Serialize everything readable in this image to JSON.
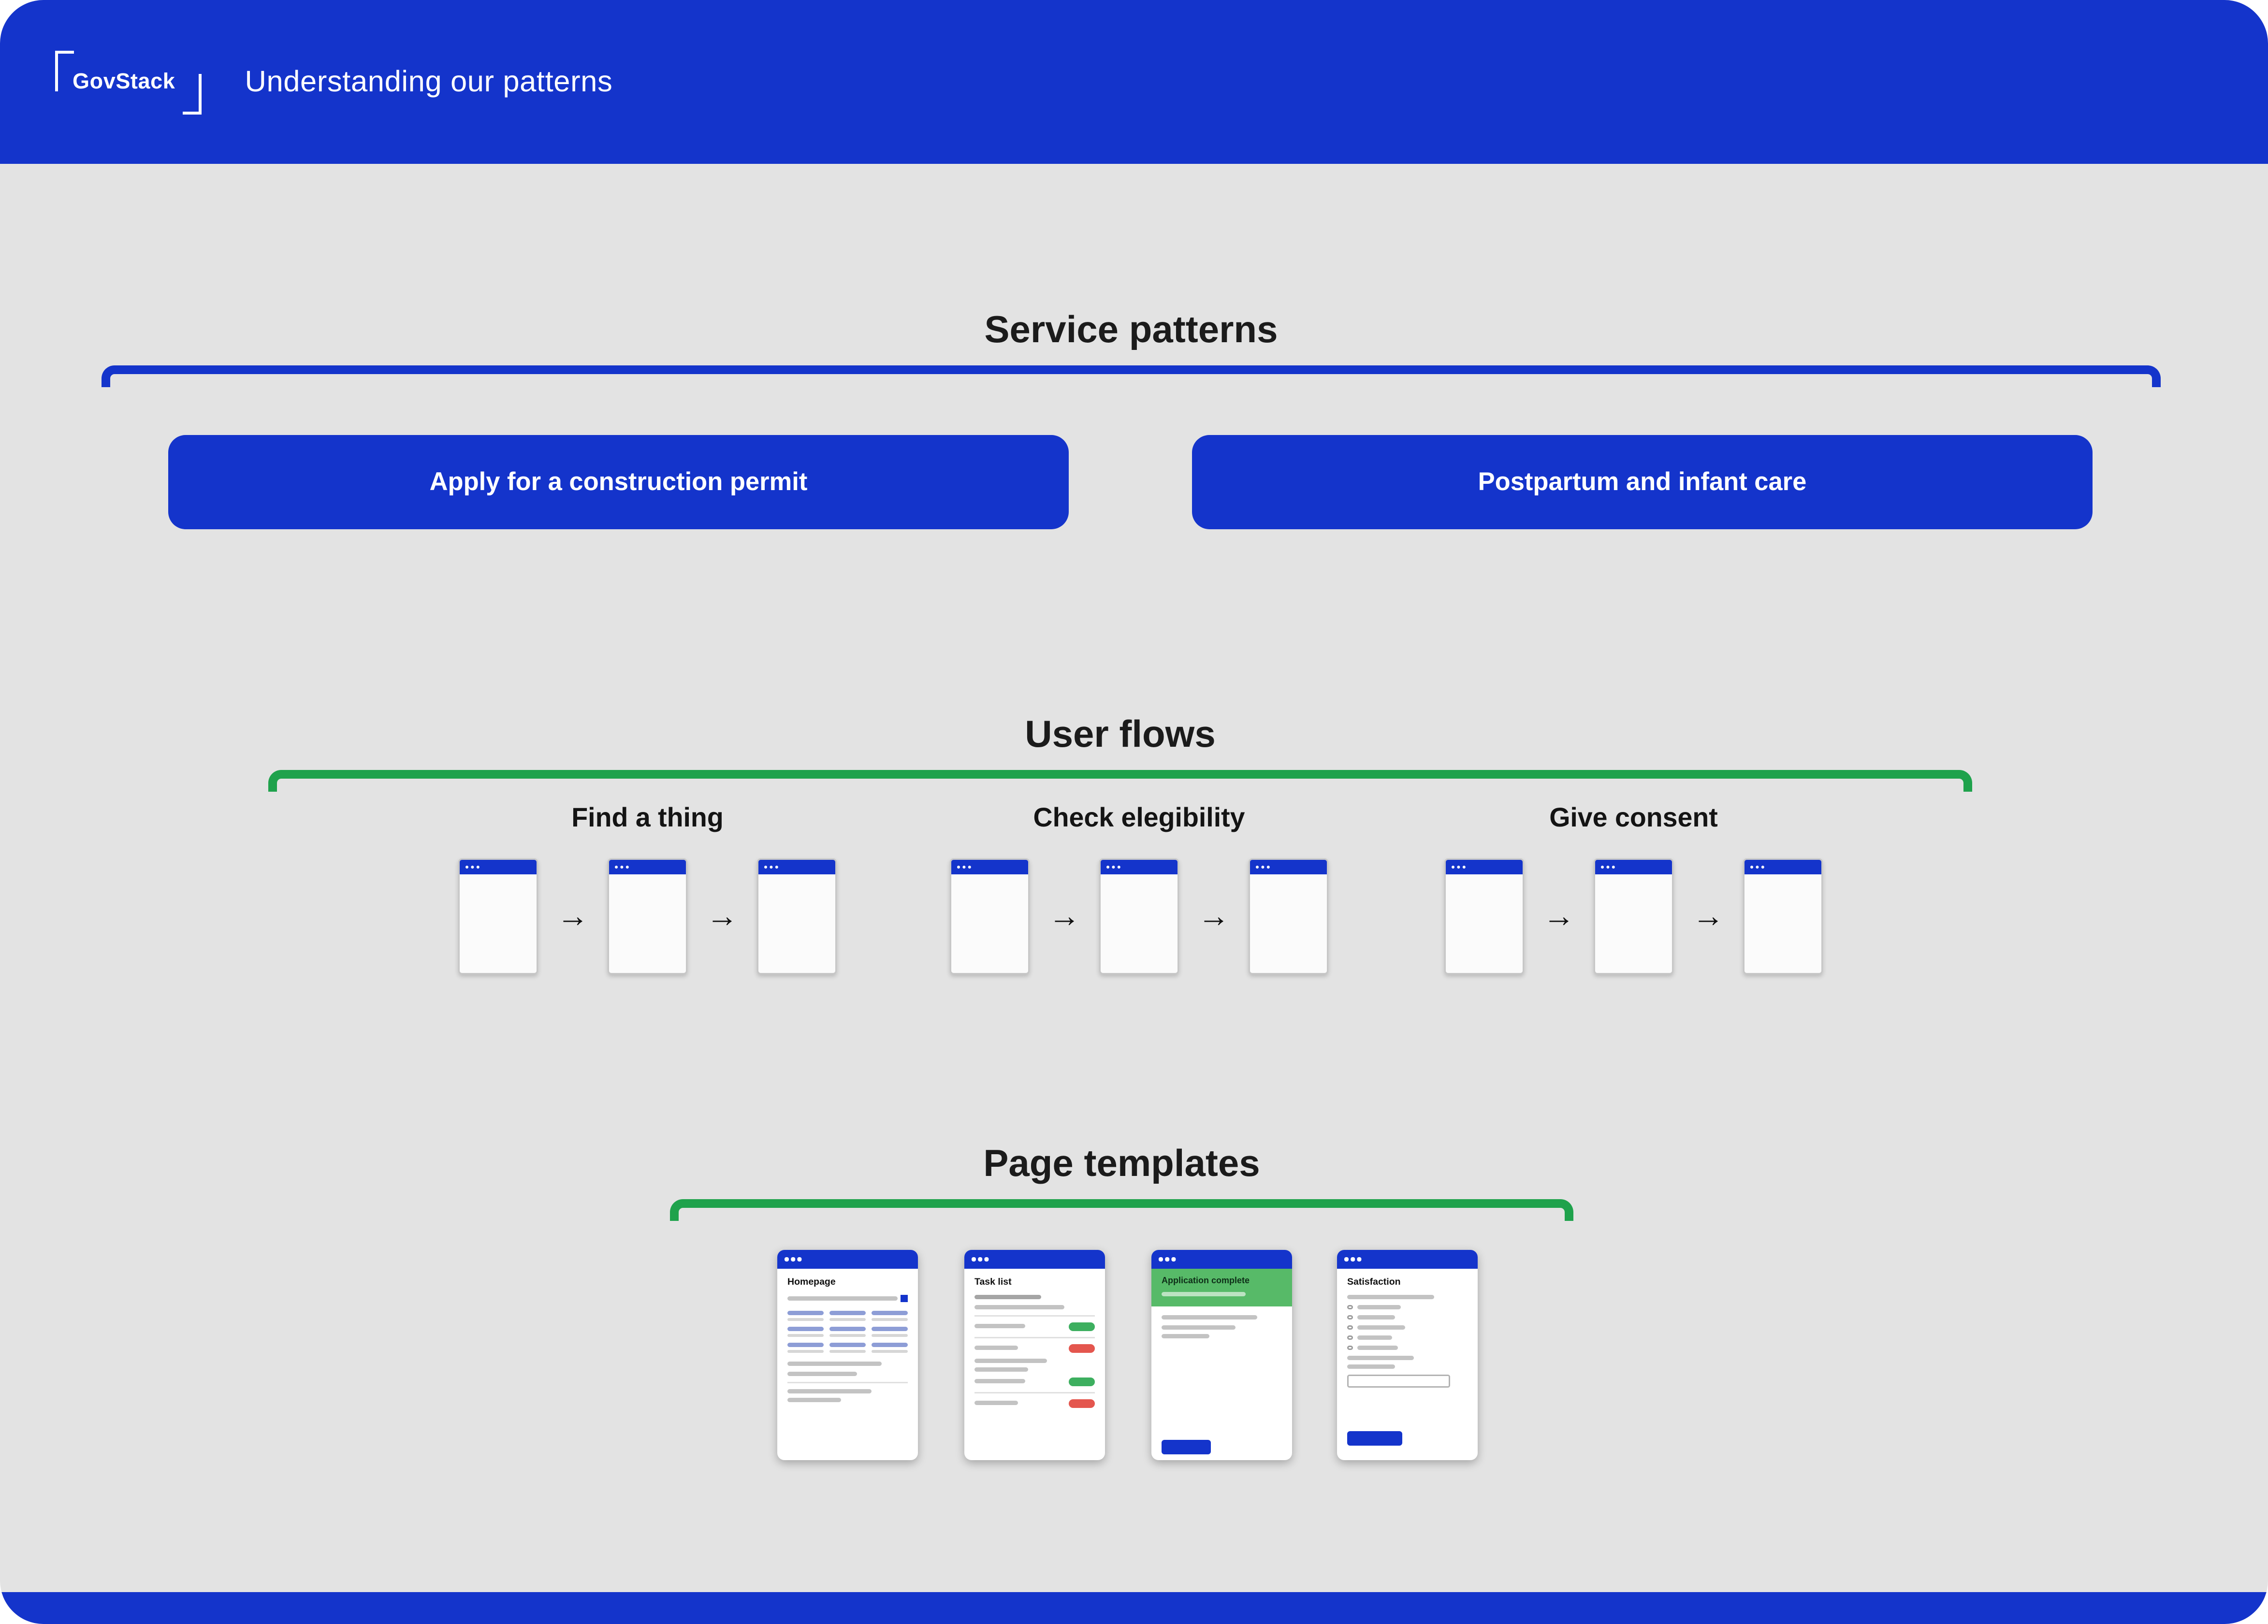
{
  "colors": {
    "blue": "#1434CB",
    "green": "#1FA24C",
    "bg": "#E3E3E3",
    "banner_green": "#57BA68",
    "pill_green": "#3DAF5F",
    "pill_red": "#E4564E"
  },
  "icons": {
    "arrow_right": "→"
  },
  "header": {
    "logo": "GovStack",
    "title": "Understanding our patterns"
  },
  "sections": {
    "service_patterns": {
      "title": "Service patterns",
      "buttons": [
        "Apply for a construction permit",
        "Postpartum and infant care"
      ]
    },
    "user_flows": {
      "title": "User flows",
      "flows": [
        {
          "label": "Find a thing"
        },
        {
          "label": "Check elegibility"
        },
        {
          "label": "Give consent"
        }
      ]
    },
    "page_templates": {
      "title": "Page templates",
      "templates": [
        {
          "label": "Homepage"
        },
        {
          "label": "Task list"
        },
        {
          "label": "Application complete"
        },
        {
          "label": "Satisfaction"
        }
      ]
    }
  }
}
